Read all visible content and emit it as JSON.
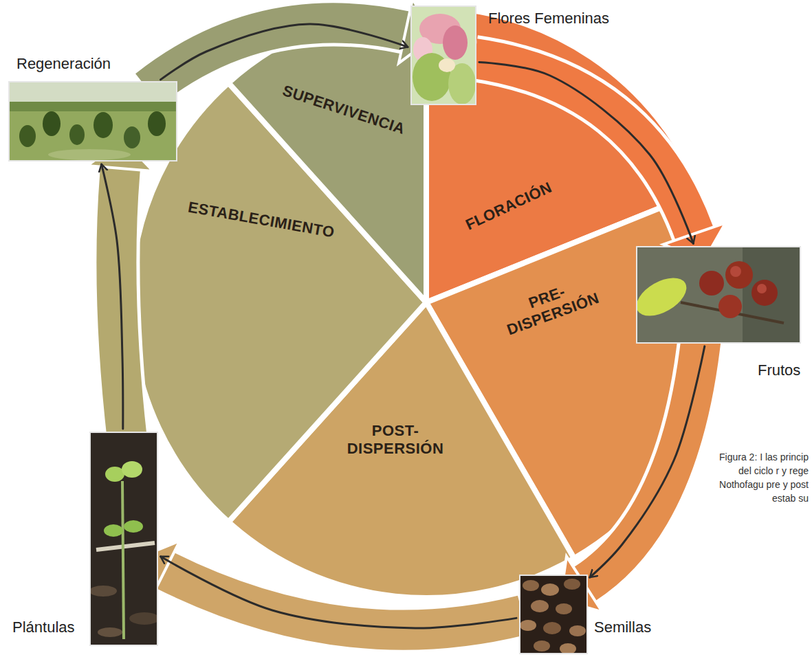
{
  "diagram": {
    "caption": "Figura 2: I las princip del ciclo r y rege Nothofagu pre y post estab su",
    "nodes": [
      {
        "text": [
          "Regeneración"
        ]
      },
      {
        "text": [
          "Flores Femeninas"
        ]
      },
      {
        "text": [
          "Frutos"
        ]
      },
      {
        "text": [
          "Semillas"
        ]
      },
      {
        "text": [
          "Plántulas"
        ]
      },
      {
        "text": [
          "SUPERVIVENCIA"
        ]
      },
      {
        "text": [
          "FLORACIÓN"
        ]
      },
      {
        "text": [
          "PRE- DISPERSIÓN"
        ]
      },
      {
        "text": [
          "POST- DISPERSIÓN"
        ]
      },
      {
        "text": [
          "ESTABLECIMIENTO"
        ]
      }
    ],
    "edges": [
      {
        "from": 0,
        "to": 1,
        "arrow": "to"
      },
      {
        "from": 1,
        "to": 2,
        "arrow": "to"
      },
      {
        "from": 2,
        "to": 3,
        "arrow": "to"
      },
      {
        "from": 3,
        "to": 4,
        "arrow": "to"
      },
      {
        "from": 4,
        "to": 0,
        "arrow": "to"
      }
    ]
  }
}
